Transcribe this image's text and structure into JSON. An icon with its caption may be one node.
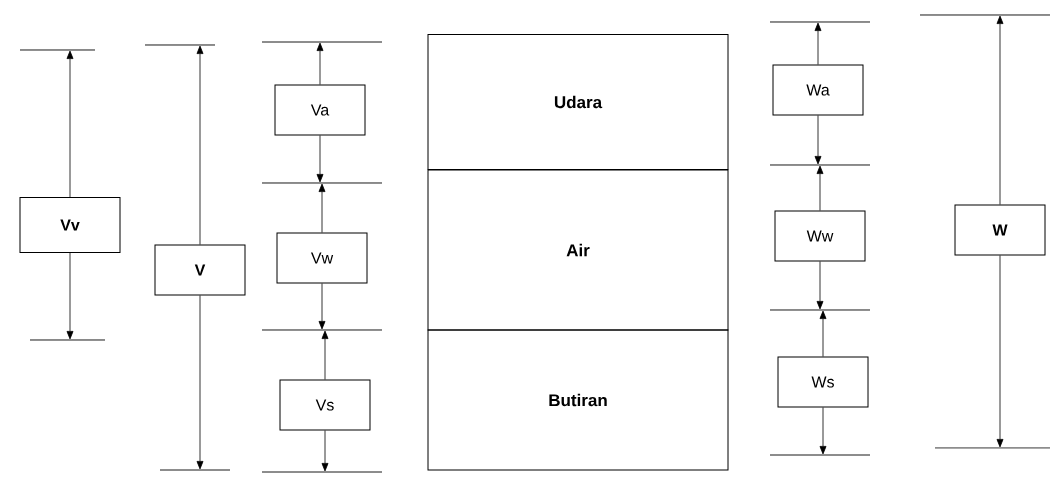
{
  "diagram": {
    "nodes": [
      {
        "text": [
          "Vv"
        ]
      },
      {
        "text": [
          "V"
        ]
      },
      {
        "text": [
          "Va"
        ]
      },
      {
        "text": [
          "Vw"
        ]
      },
      {
        "text": [
          "Vs"
        ]
      },
      {
        "text": [
          "Udara"
        ]
      },
      {
        "text": [
          "Air"
        ]
      },
      {
        "text": [
          "Butiran"
        ]
      },
      {
        "text": [
          "Wa"
        ]
      },
      {
        "text": [
          "Ww"
        ]
      },
      {
        "text": [
          "Ws"
        ]
      },
      {
        "text": [
          "W"
        ]
      }
    ]
  }
}
